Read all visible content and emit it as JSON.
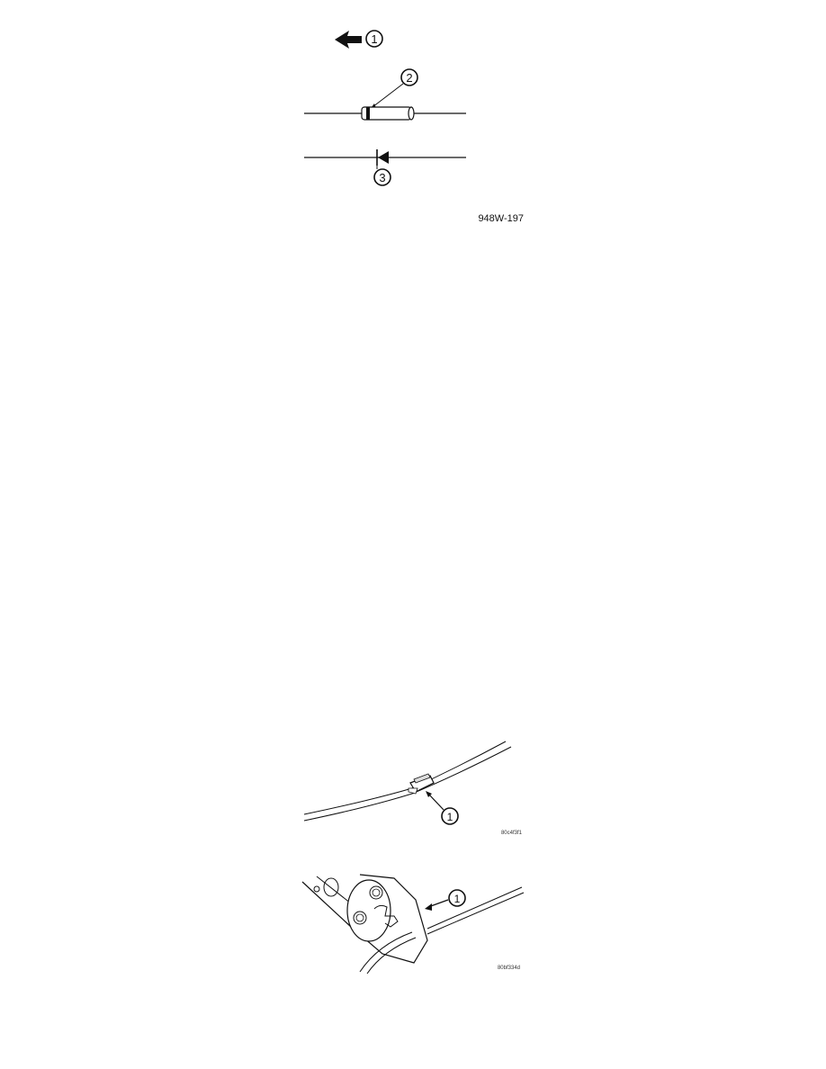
{
  "page": {
    "background": "#ffffff"
  },
  "figures": [
    {
      "id": "diode-identification",
      "code": "948W-197",
      "callouts": [
        "1",
        "2",
        "3"
      ],
      "callout_meanings": {
        "1": "direction arrow",
        "2": "cathode band on diode body",
        "3": "diode schematic symbol"
      }
    },
    {
      "id": "wire-splice-sleeve",
      "code": "80c4f3f1",
      "callouts": [
        "1"
      ]
    },
    {
      "id": "crimp-tool",
      "code": "80bf334d",
      "callouts": [
        "1"
      ]
    }
  ]
}
